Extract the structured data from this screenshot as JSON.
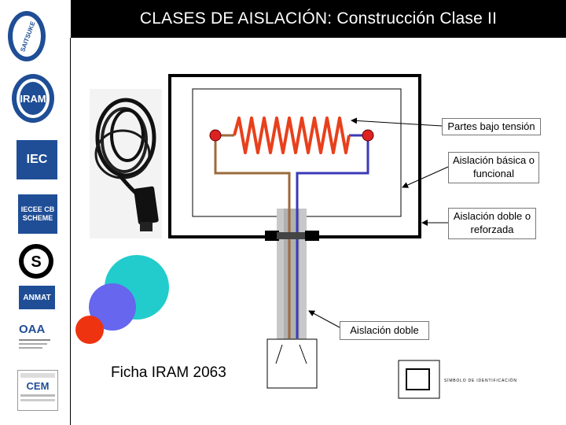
{
  "slide": {
    "title": "CLASES DE AISLACIÓN:  Construcción Clase II"
  },
  "logos": [
    {
      "name": "saitsuke-logo",
      "text": "SAITSUKE",
      "color": "#1f4e96"
    },
    {
      "name": "iram-logo",
      "text": "IRAM",
      "color": "#1f4e96"
    },
    {
      "name": "iec-logo",
      "text": "IEC",
      "color": "#1f4e96"
    },
    {
      "name": "iecee-cb-scheme-logo",
      "text": "IECEE CB SCHEME",
      "color": "#1f4e96"
    },
    {
      "name": "s-mark-logo",
      "text": "S",
      "color": "#000000"
    },
    {
      "name": "anmat-logo",
      "text": "ANMAT",
      "color": "#1f4e96"
    },
    {
      "name": "oaa-logo",
      "text": "OAA",
      "color": "#1f4e96"
    },
    {
      "name": "cem-logo",
      "text": "CEM",
      "color": "#1f4e96"
    }
  ],
  "diagram": {
    "labels": {
      "live_parts": "Partes bajo tensión",
      "basic_insulation": "Aislación básica o funcional",
      "reinforced_insulation": "Aislación doble o reforzada",
      "double_insulation": "Aislación doble"
    },
    "plug_caption": "Ficha IRAM 2063",
    "symbol_caption": "SÍMBOLO DE IDENTIFICACIÓN",
    "colors": {
      "resistor": "#e8401c",
      "terminal": "#dd2222",
      "brown_wire": "#9b6a3c",
      "blue_wire": "#3a3ab8",
      "cable_sheath": "#c8c8c8",
      "circle_cyan": "#22cccc",
      "circle_blue": "#6666ee",
      "circle_red": "#ee3311"
    }
  }
}
